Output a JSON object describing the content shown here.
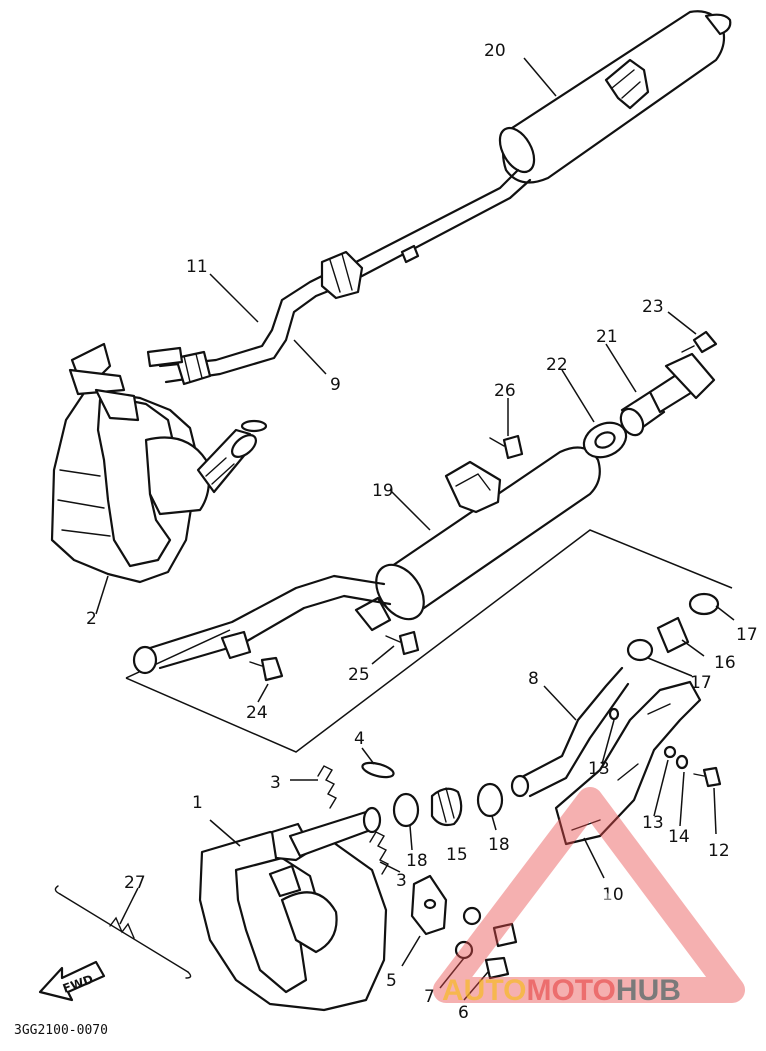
{
  "diagram": {
    "doc_code": "3GG2100-0070",
    "fwd_label": "FWD",
    "callouts": [
      "1",
      "2",
      "3",
      "3",
      "4",
      "5",
      "6",
      "7",
      "8",
      "9",
      "10",
      "11",
      "12",
      "13",
      "13",
      "14",
      "15",
      "16",
      "17",
      "17",
      "18",
      "18",
      "19",
      "20",
      "21",
      "22",
      "23",
      "24",
      "25",
      "26",
      "27"
    ]
  },
  "watermark": {
    "part1": "AUTO",
    "part2": "MOTO",
    "part3": "HUB",
    "color_orange": "#f5a623",
    "color_red": "#e84a4a",
    "color_gray": "#5a5a5a"
  }
}
